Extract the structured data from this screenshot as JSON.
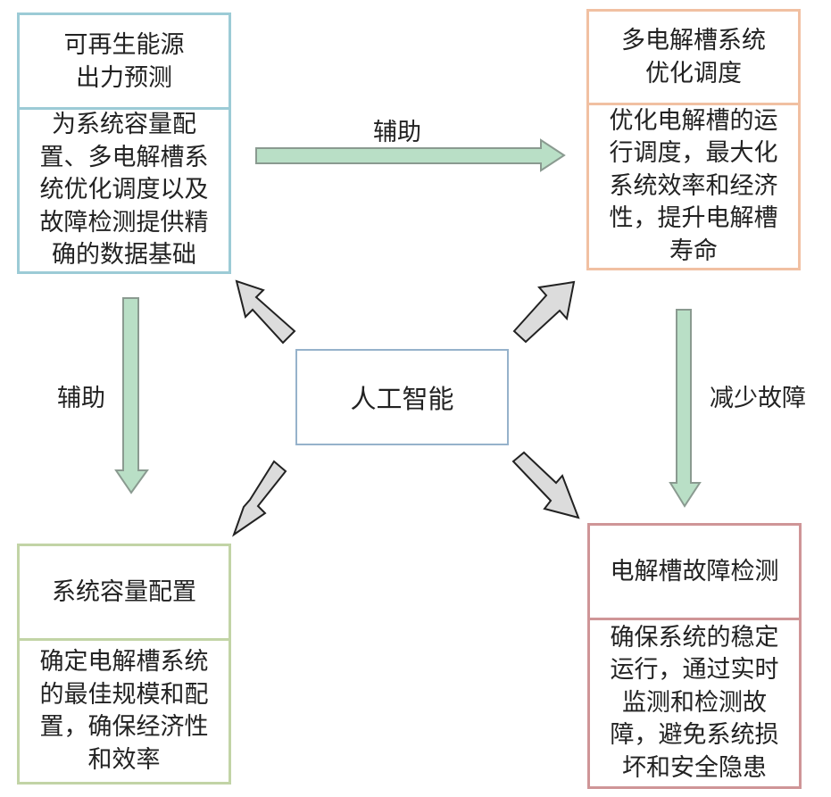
{
  "center": {
    "label": "人工智能"
  },
  "boxes": {
    "renewable_forecast": {
      "title_lines": [
        "可再生能源",
        "出力预测"
      ],
      "desc_lines": [
        "为系统容量配",
        "置、多电解槽系",
        "统优化调度以及",
        "故障检测提供精",
        "确的数据基础"
      ]
    },
    "multi_electrolyzer_scheduling": {
      "title_lines": [
        "多电解槽系统",
        "优化调度"
      ],
      "desc_lines": [
        "优化电解槽的运",
        "行调度，最大化",
        "系统效率和经济",
        "性，提升电解槽",
        "寿命"
      ]
    },
    "capacity_configuration": {
      "title_lines": [
        "系统容量配置"
      ],
      "desc_lines": [
        "确定电解槽系统",
        "的最佳规模和配",
        "置，确保经济性",
        "和效率"
      ]
    },
    "fault_detection": {
      "title_lines": [
        "电解槽故障检测"
      ],
      "desc_lines": [
        "确保系统的稳定",
        "运行，通过实时",
        "监测和检测故",
        "障，避免系统损",
        "坏和安全隐患"
      ]
    }
  },
  "edges": {
    "forecast_to_scheduling": {
      "label": "辅助"
    },
    "forecast_to_capacity": {
      "label": "辅助"
    },
    "scheduling_to_fault": {
      "label": "减少故障"
    }
  },
  "colors": {
    "renewable_border": "#9ccbd6",
    "scheduling_border": "#f1c0a2",
    "capacity_border": "#c2d4a6",
    "fault_border": "#cf9597",
    "center_border": "#96b2cb",
    "green_arrow_fill": "#b9dfc6",
    "green_arrow_stroke": "#8a9a90",
    "gray_arrow_fill": "#dcdcdc",
    "gray_arrow_stroke": "#222222"
  }
}
